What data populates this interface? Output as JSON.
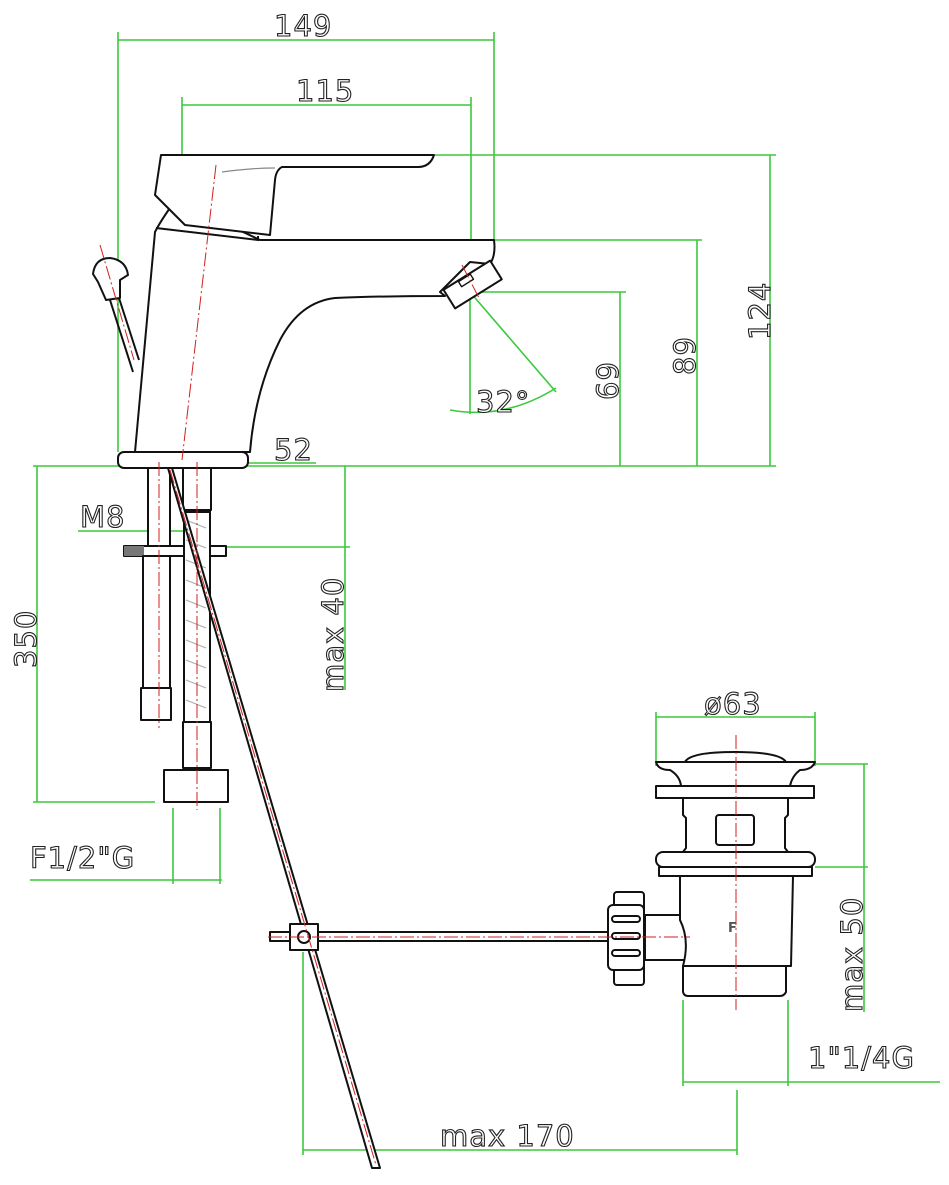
{
  "title": "Single-lever basin mixer with pop-up waste - dimension drawing",
  "colors": {
    "dimension": "#3cc83c",
    "outline": "#111111",
    "centerline": "#d02020"
  },
  "dimensions": {
    "overall_width": "149",
    "spout_reach": "115",
    "overall_height": "124",
    "spout_height": "89",
    "outlet_height": "69",
    "outlet_angle": "32°",
    "base_diameter": "52",
    "thread": "M8",
    "max_deck_thickness": "max 40",
    "hose_length": "350",
    "hose_connection": "F1/2\"G",
    "waste_diameter": "ø63",
    "waste_max_height": "max 50",
    "waste_thread": "1\"1/4G",
    "rod_max_distance": "max 170",
    "waste_marking": "F"
  }
}
